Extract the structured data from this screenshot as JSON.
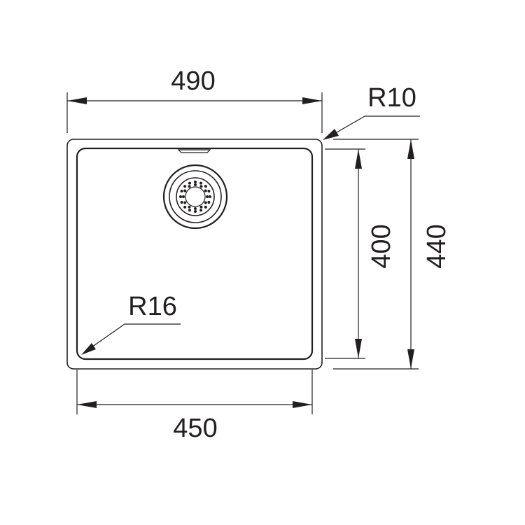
{
  "dimensions": {
    "outer_width": "490",
    "inner_width": "450",
    "inner_depth": "400",
    "outer_depth": "440",
    "outer_corner_radius": "R10",
    "inner_corner_radius": "R16"
  },
  "colors": {
    "line": "#231f20",
    "background": "#ffffff"
  }
}
